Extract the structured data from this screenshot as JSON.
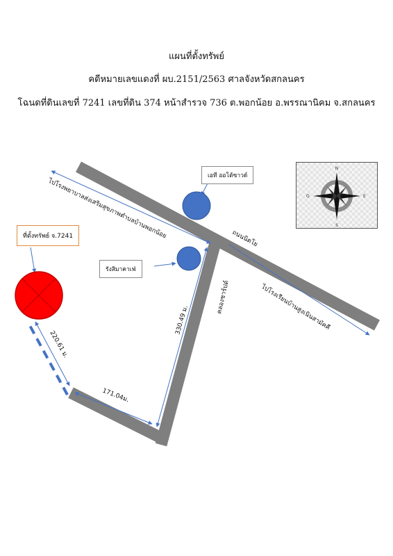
{
  "header": {
    "title": "แผนที่ตั้งทรัพย์",
    "case_line": "คดีหมายเลขแดงที่ ผบ.2151/2563  ศาลจังหวัดสกลนคร",
    "deed_line": "โฉนดที่ดินเลขที่ 7241  เลขที่ดิน 374 หน้าสำรวจ 736 ต.พอกน้อย อ.พรรณานิคม จ.สกลนคร"
  },
  "map": {
    "roads": {
      "main_road": "ถนนนิตโย",
      "side_road": "คลองชาร์ปด์"
    },
    "directions": {
      "to_hospital": "ไปโรงพยาบาลส่งเสริมสุขภาพตำบลบ้านพอกน้อย",
      "to_school": "ไปโรงเรียนบ้านสูงเนินสามัคคี"
    },
    "landmarks": {
      "gas_station": "เอที ออโต้ซาวด์",
      "cafe": "รังสิมาคาเฟ่"
    },
    "property_label": "ที่ตั้งทรัพย์ จ.7241",
    "distances": {
      "segment_1": "330.49 ม.",
      "segment_2": "171.04ม.",
      "segment_3": "220.61 ม."
    },
    "colors": {
      "road": "#7f7f7f",
      "landmark": "#4472c4",
      "property": "#ff0000",
      "dashed_path": "#4472c4"
    }
  },
  "compass": {
    "icon": "compass-rose-icon",
    "north": "N",
    "south": "S",
    "east": "E",
    "west": "O"
  }
}
